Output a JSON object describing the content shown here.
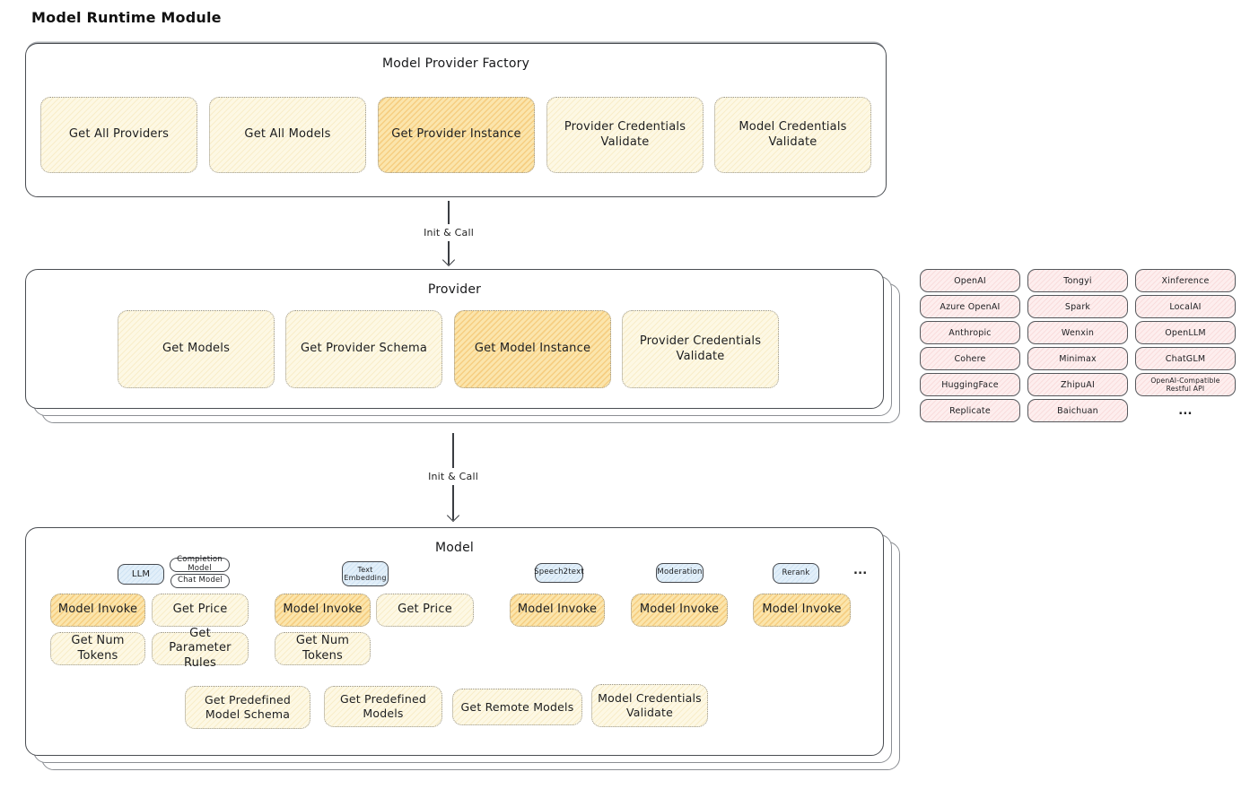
{
  "page": {
    "title": "Model Runtime Module"
  },
  "colors": {
    "yellow_light": "#fdf8e4",
    "yellow_highlight": "#fbe5ac",
    "pink": "#fdeeee",
    "blue": "#e2eff9",
    "ink": "#1f2023"
  },
  "factory": {
    "title": "Model Provider Factory",
    "buttons": [
      {
        "label": "Get All Providers"
      },
      {
        "label": "Get All Models"
      },
      {
        "label": "Get Provider Instance"
      },
      {
        "label": "Provider Credentials Validate"
      },
      {
        "label": "Model Credentials Validate"
      }
    ]
  },
  "arrow1": {
    "label": "Init & Call"
  },
  "arrow2": {
    "label": "Init & Call"
  },
  "provider": {
    "title": "Provider",
    "buttons": [
      {
        "label": "Get Models"
      },
      {
        "label": "Get Provider Schema"
      },
      {
        "label": "Get Model Instance"
      },
      {
        "label": "Provider Credentials Validate"
      }
    ]
  },
  "provider_list": {
    "col1": [
      "OpenAI",
      "Azure OpenAI",
      "Anthropic",
      "Cohere",
      "HuggingFace",
      "Replicate"
    ],
    "col2": [
      "Tongyi",
      "Spark",
      "Wenxin",
      "Minimax",
      "ZhipuAI",
      "Baichuan"
    ],
    "col3": [
      "Xinference",
      "LocalAI",
      "OpenLLM",
      "ChatGLM",
      "OpenAI-Compatible Restful API"
    ],
    "more": "..."
  },
  "model": {
    "title": "Model",
    "chips": {
      "llm": "LLM",
      "completion": "Completion Model",
      "chat": "Chat Model",
      "text_embedding": "Text Embedding",
      "speech2text": "Speech2text",
      "moderation": "Moderation",
      "rerank": "Rerank",
      "more": "..."
    },
    "functions": {
      "model_invoke": "Model Invoke",
      "get_price": "Get Price",
      "get_num_tokens": "Get Num Tokens",
      "get_parameter_rules": "Get Parameter Rules"
    },
    "bottom": [
      "Get Predefined Model Schema",
      "Get Predefined Models",
      "Get Remote Models",
      "Model Credentials Validate"
    ]
  }
}
